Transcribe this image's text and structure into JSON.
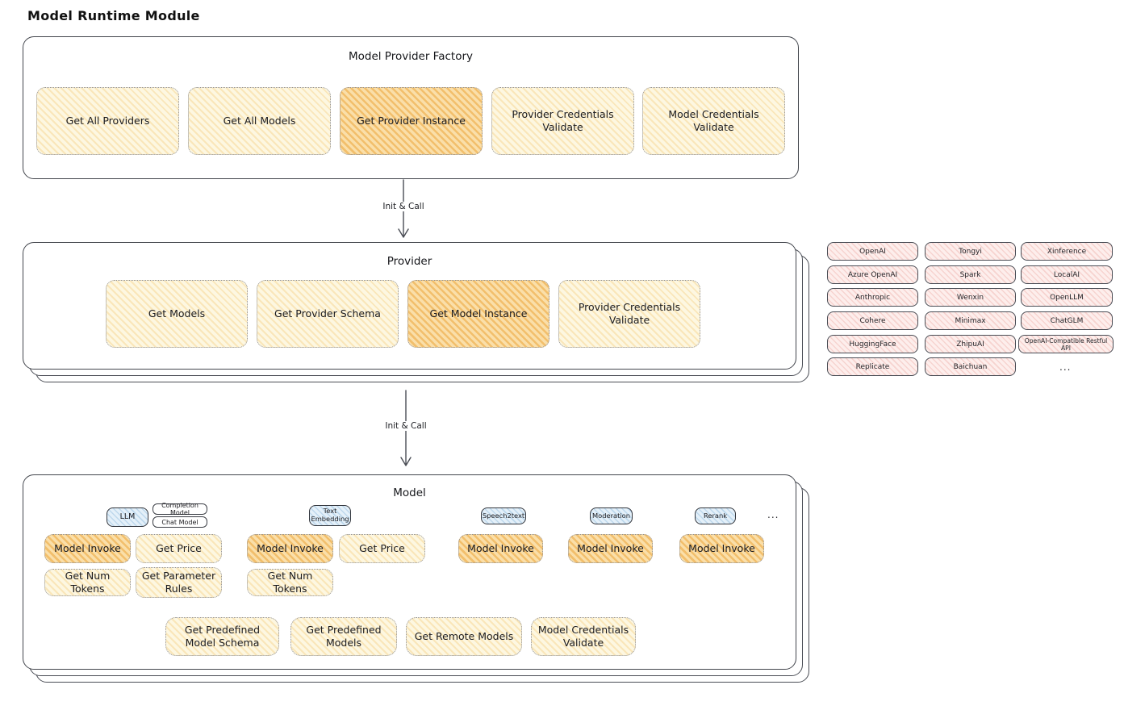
{
  "page_title": "Model Runtime Module",
  "arrow_label": "Init & Call",
  "colors": {
    "box_border": "#43464d",
    "button_fill_light": "#fdf7e1",
    "button_fill_highlight": "#fbe4b6",
    "provider_fill_pink": "#fdeeec",
    "tag_fill_blue": "#e4f0f9"
  },
  "factory": {
    "title": "Model Provider Factory",
    "buttons": [
      {
        "label": "Get All Providers"
      },
      {
        "label": "Get All Models"
      },
      {
        "label": "Get Provider Instance"
      },
      {
        "label": "Provider Credentials Validate"
      },
      {
        "label": "Model Credentials Validate"
      }
    ]
  },
  "provider": {
    "title": "Provider",
    "buttons": [
      {
        "label": "Get Models"
      },
      {
        "label": "Get Provider Schema"
      },
      {
        "label": "Get Model Instance"
      },
      {
        "label": "Provider Credentials Validate"
      }
    ]
  },
  "provider_list": {
    "columns": [
      [
        "OpenAI",
        "Azure OpenAI",
        "Anthropic",
        "Cohere",
        "HuggingFace",
        "Replicate"
      ],
      [
        "Tongyi",
        "Spark",
        "Wenxin",
        "Minimax",
        "ZhipuAI",
        "Baichuan"
      ],
      [
        "Xinference",
        "LocalAI",
        "OpenLLM",
        "ChatGLM",
        "OpenAI-Compatible Restful API"
      ]
    ],
    "more": "..."
  },
  "model": {
    "title": "Model",
    "tags": {
      "llm": "LLM",
      "completion_model": "Completion Model",
      "chat_model": "Chat Model",
      "text_embedding": "Text Embedding",
      "speech2text": "Speech2text",
      "moderation": "Moderation",
      "rerank": "Rerank",
      "more": "..."
    },
    "buttons": {
      "model_invoke": "Model Invoke",
      "get_price": "Get Price",
      "get_num_tokens": "Get Num Tokens",
      "get_parameter_rules": "Get Parameter Rules",
      "get_predefined_model_schema": "Get Predefined Model Schema",
      "get_predefined_models": "Get Predefined Models",
      "get_remote_models": "Get Remote Models",
      "model_credentials_validate": "Model Credentials Validate"
    }
  }
}
